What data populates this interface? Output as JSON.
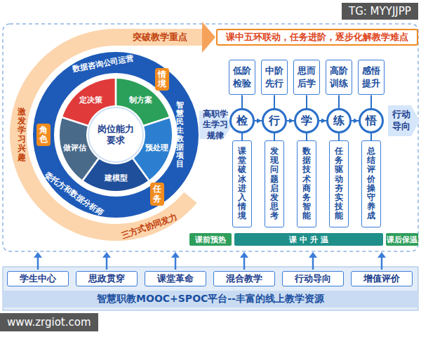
{
  "diagram": {
    "nodes": [
      {
        "text": [
          "岗位能力要求"
        ]
      },
      {
        "text": [
          "定决策"
        ]
      },
      {
        "text": [
          "制方案"
        ]
      },
      {
        "text": [
          "预处理"
        ]
      },
      {
        "text": [
          "建模型"
        ]
      },
      {
        "text": [
          "做评估"
        ]
      },
      {
        "text": [
          "情境"
        ]
      },
      {
        "text": [
          "任务"
        ]
      },
      {
        "text": [
          "角色"
        ]
      },
      {
        "text": [
          "课中五环联动，任务进阶，逐步化解教学难点"
        ]
      },
      {
        "text": [
          "低阶检验"
        ]
      },
      {
        "text": [
          "中阶先行"
        ]
      },
      {
        "text": [
          "思而后学"
        ]
      },
      {
        "text": [
          "高阶训练"
        ]
      },
      {
        "text": [
          "感悟提升"
        ]
      },
      {
        "text": [
          "检"
        ]
      },
      {
        "text": [
          "行"
        ]
      },
      {
        "text": [
          "学"
        ]
      },
      {
        "text": [
          "练"
        ]
      },
      {
        "text": [
          "悟"
        ]
      },
      {
        "text": [
          "课堂破冰进入情境"
        ]
      },
      {
        "text": [
          "发现问题启发思考"
        ]
      },
      {
        "text": [
          "数据技术商务智能"
        ]
      },
      {
        "text": [
          "任务驱动夯实技能"
        ]
      },
      {
        "text": [
          "总结评价操守养成"
        ]
      },
      {
        "text": [
          "课前预热"
        ]
      },
      {
        "text": [
          "课 中 升 温"
        ]
      },
      {
        "text": [
          "课后保温"
        ]
      },
      {
        "text": [
          "学生中心"
        ]
      },
      {
        "text": [
          "思政贯穿"
        ]
      },
      {
        "text": [
          "课堂革命"
        ]
      },
      {
        "text": [
          "混合教学"
        ]
      },
      {
        "text": [
          "行动导向"
        ]
      },
      {
        "text": [
          "增值评价"
        ]
      },
      {
        "text": [
          "智慧职教MOOC+SPOC平台--丰富的线上教学资源"
        ]
      }
    ],
    "edges": [
      {
        "from": 15,
        "to": 16,
        "arrow": "to"
      },
      {
        "from": 16,
        "to": 17,
        "arrow": "to"
      },
      {
        "from": 17,
        "to": 18,
        "arrow": "to"
      },
      {
        "from": 18,
        "to": 19,
        "arrow": "to"
      },
      {
        "from": 10,
        "to": 15,
        "arrow": "none"
      },
      {
        "from": 11,
        "to": 16,
        "arrow": "none"
      },
      {
        "from": 12,
        "to": 17,
        "arrow": "none"
      },
      {
        "from": 13,
        "to": 18,
        "arrow": "none"
      },
      {
        "from": 14,
        "to": 19,
        "arrow": "none"
      },
      {
        "from": 15,
        "to": 20,
        "arrow": "none"
      },
      {
        "from": 16,
        "to": 21,
        "arrow": "none"
      },
      {
        "from": 17,
        "to": 22,
        "arrow": "none"
      },
      {
        "from": 18,
        "to": 23,
        "arrow": "none"
      },
      {
        "from": 19,
        "to": 24,
        "arrow": "none"
      }
    ],
    "labels": [
      "突破教学重点",
      "数据咨询公司运营",
      "智慧民生数据项目",
      "委托方和数据分析师",
      "激发学习兴趣",
      "三方式协同发力",
      "高职学生学习规律",
      "行动导向",
      "TG: MYYJJPP",
      "www.zrgiot.com"
    ]
  }
}
